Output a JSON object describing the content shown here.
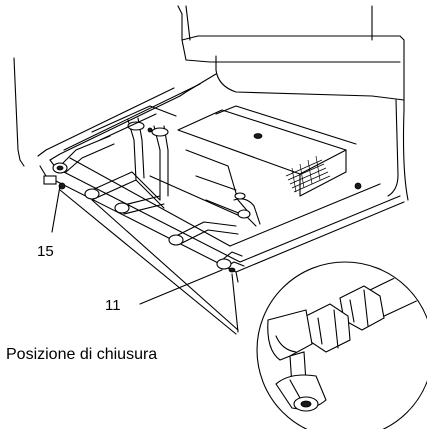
{
  "labels": {
    "callout_15": "15",
    "callout_11": "11",
    "closed_position": "Posizione di chiusura"
  }
}
